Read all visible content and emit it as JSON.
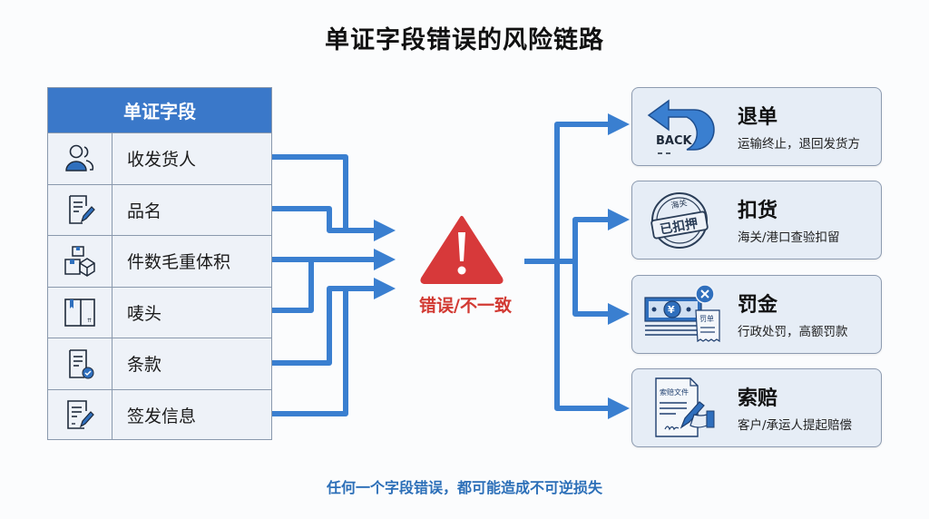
{
  "title": "单证字段错误的风险链路",
  "fields": {
    "header": "单证字段",
    "items": [
      {
        "label": "收发货人",
        "icon": "users-icon"
      },
      {
        "label": "品名",
        "icon": "document-edit-icon"
      },
      {
        "label": "件数毛重体积",
        "icon": "boxes-icon"
      },
      {
        "label": "唛头",
        "icon": "package-mark-icon"
      },
      {
        "label": "条款",
        "icon": "document-check-icon"
      },
      {
        "label": "签发信息",
        "icon": "document-sign-icon"
      }
    ]
  },
  "center": {
    "icon": "warning-icon",
    "label": "错误/不一致"
  },
  "outcomes": [
    {
      "title": "退单",
      "subtitle": "运输终止，退回发货方",
      "icon": "back-arrow-icon",
      "icon_text": "BACK"
    },
    {
      "title": "扣货",
      "subtitle": "海关/港口查验扣留",
      "icon": "customs-stamp-icon",
      "icon_text": "已扣押",
      "icon_text_top": "海关"
    },
    {
      "title": "罚金",
      "subtitle": "行政处罚，高额罚款",
      "icon": "fine-money-icon",
      "icon_text": "罚单",
      "icon_symbol": "¥"
    },
    {
      "title": "索赔",
      "subtitle": "客户/承运人提起赔偿",
      "icon": "claim-document-icon",
      "icon_text": "索赔文件"
    }
  ],
  "footer": "任何一个字段错误，都可能造成不可逆损失",
  "colors": {
    "accent": "#3a78c9",
    "warning": "#d23a33",
    "card_bg": "#e6edf6"
  }
}
